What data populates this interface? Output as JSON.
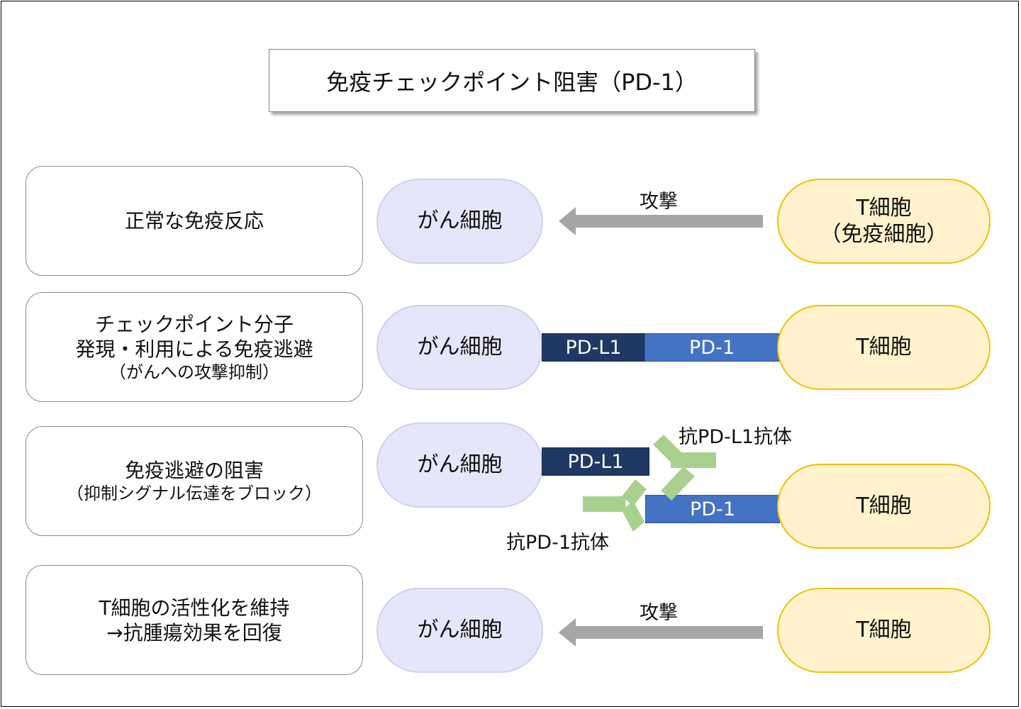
{
  "title": "免疫チェックポイント阻害（PD-1）",
  "rows": [
    {
      "label_lines": [
        "正常な免疫反応"
      ],
      "cancer_cell": "がん細胞",
      "t_cell_lines": [
        "T細胞",
        "（免疫細胞）"
      ],
      "arrow_label": "攻撃"
    },
    {
      "label_lines": [
        "チェックポイント分子",
        "発現・利用による免疫逃避"
      ],
      "label_sub": "（がんへの攻撃抑制）",
      "cancer_cell": "がん細胞",
      "t_cell_lines": [
        "T細胞"
      ],
      "pdl1": "PD-L1",
      "pd1": "PD-1"
    },
    {
      "label_lines": [
        "免疫逃避の阻害"
      ],
      "label_sub": "（抑制シグナル伝達をブロック）",
      "cancer_cell": "がん細胞",
      "t_cell_lines": [
        "T細胞"
      ],
      "pdl1": "PD-L1",
      "pd1": "PD-1",
      "anti_pdl1": "抗PD-L1抗体",
      "anti_pd1": "抗PD-1抗体"
    },
    {
      "label_lines": [
        "T細胞の活性化を維持",
        "→抗腫瘍効果を回復"
      ],
      "cancer_cell": "がん細胞",
      "t_cell_lines": [
        "T細胞"
      ],
      "arrow_label": "攻撃"
    }
  ],
  "colors": {
    "cancer_fill": "#e6e6fa",
    "tcell_fill": "#fff2cc",
    "tcell_border": "#f0c000",
    "pdl1": "#203864",
    "pd1": "#4472c4",
    "antibody": "#a9d18e",
    "arrow": "#a6a6a6"
  }
}
